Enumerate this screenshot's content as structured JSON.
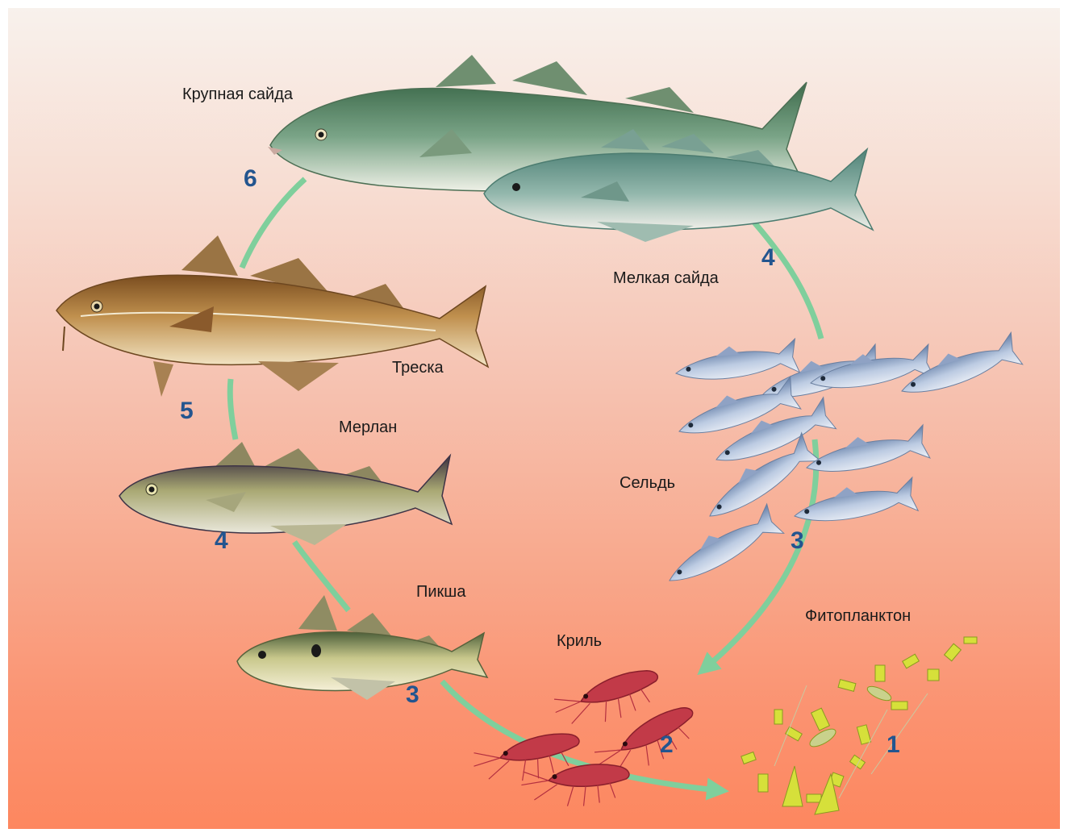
{
  "labels": {
    "large_saithe": "Крупная сайда",
    "small_saithe": "Мелкая сайда",
    "cod": "Треска",
    "whiting": "Мерлан",
    "herring": "Сельдь",
    "haddock": "Пикша",
    "krill": "Криль",
    "phytoplankton": "Фитопланктон"
  },
  "levels": {
    "large_saithe": "6",
    "small_saithe": "4",
    "cod": "5",
    "whiting": "4",
    "herring": "3",
    "haddock": "3",
    "krill": "2",
    "phytoplankton": "1"
  },
  "colors": {
    "arrow": "#7fcf9c",
    "number": "#23558f",
    "background_top": "#f8f1ec",
    "background_bottom": "#fd875f",
    "saithe": "#6f9a80",
    "cod": "#b07a3c",
    "whiting": "#8c8c5c",
    "herring": "#a9b9d3",
    "haddock": "#c4c48c",
    "krill": "#c23a48",
    "phytoplankton": "#d8e23a"
  }
}
